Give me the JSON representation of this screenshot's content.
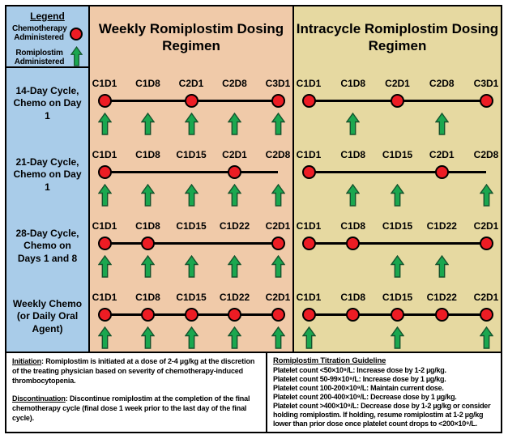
{
  "legend": {
    "title": "Legend",
    "items": [
      {
        "label": "Chemotherapy Administered",
        "marker": "chemo-circle"
      },
      {
        "label": "Romiplostim Administered",
        "marker": "romiplostim-arrow"
      }
    ]
  },
  "columns": [
    {
      "id": "weekly",
      "title": "Weekly Romiplostim Dosing Regimen"
    },
    {
      "id": "intracycle",
      "title": "Intracycle Romiplostim Dosing Regimen"
    }
  ],
  "rows": [
    {
      "label": "14-Day Cycle, Chemo on Day 1",
      "timepoints": [
        "C1D1",
        "C1D8",
        "C2D1",
        "C2D8",
        "C3D1"
      ],
      "weekly": {
        "chemo": [
          1,
          0,
          1,
          0,
          1
        ],
        "romiplostim": [
          1,
          1,
          1,
          1,
          1
        ]
      },
      "intracycle": {
        "chemo": [
          1,
          0,
          1,
          0,
          1
        ],
        "romiplostim": [
          0,
          1,
          0,
          1,
          0
        ]
      }
    },
    {
      "label": "21-Day Cycle, Chemo on Day 1",
      "timepoints": [
        "C1D1",
        "C1D8",
        "C1D15",
        "C2D1",
        "C2D8"
      ],
      "weekly": {
        "chemo": [
          1,
          0,
          0,
          1,
          0
        ],
        "romiplostim": [
          1,
          1,
          1,
          1,
          1
        ]
      },
      "intracycle": {
        "chemo": [
          1,
          0,
          0,
          1,
          0
        ],
        "romiplostim": [
          0,
          1,
          1,
          0,
          1
        ]
      }
    },
    {
      "label": "28-Day Cycle, Chemo on Days 1 and 8",
      "timepoints": [
        "C1D1",
        "C1D8",
        "C1D15",
        "C1D22",
        "C2D1"
      ],
      "weekly": {
        "chemo": [
          1,
          1,
          0,
          0,
          1
        ],
        "romiplostim": [
          1,
          1,
          1,
          1,
          1
        ]
      },
      "intracycle": {
        "chemo": [
          1,
          1,
          0,
          0,
          1
        ],
        "romiplostim": [
          0,
          0,
          1,
          1,
          0
        ]
      }
    },
    {
      "label": "Weekly Chemo (or Daily Oral Agent)",
      "timepoints": [
        "C1D1",
        "C1D8",
        "C1D15",
        "C1D22",
        "C2D1"
      ],
      "weekly": {
        "chemo": [
          1,
          1,
          1,
          1,
          1
        ],
        "romiplostim": [
          1,
          1,
          1,
          1,
          1
        ]
      },
      "intracycle": {
        "chemo": [
          1,
          1,
          1,
          1,
          1
        ],
        "romiplostim": [
          1,
          0,
          1,
          0,
          1
        ]
      }
    }
  ],
  "notes": {
    "initiation_label": "Initiation",
    "initiation_text": ": Romiplostim is initiated at a dose of 2-4 µg/kg at the discretion of the treating physician based on severity of chemotherapy-induced thrombocytopenia.",
    "discontinuation_label": "Discontinuation",
    "discontinuation_text": ": Discontinue romiplostim at the completion of the final chemotherapy cycle (final dose 1 week prior to the last day of the final cycle)."
  },
  "titration": {
    "title": "Romiplostim Titration Guideline",
    "lines": [
      "Platelet count <50×10⁹/L: Increase dose by 1-2 µg/kg.",
      "Platelet count 50-99×10⁹/L: Increase dose by 1 µg/kg.",
      "Platelet count 100-200×10⁹/L: Maintain current dose.",
      "Platelet count 200-400×10⁹/L: Decrease dose by 1 µg/kg.",
      "Platelet count >400×10⁹/L: Decrease dose by 1-2 µg/kg or consider holding romiplostim. If holding, resume romiplostim at 1-2 µg/kg lower than prior dose once platelet count drops to <200×10⁹/L."
    ]
  },
  "colors": {
    "sidebar_bg": "#a9cce9",
    "weekly_bg": "#f0caa9",
    "intracycle_bg": "#e6d9a1",
    "chemo_red": "#ed1c24",
    "romiplostim_green": "#1aa74f",
    "arrow_outline": "#14532d",
    "border": "#000000"
  }
}
